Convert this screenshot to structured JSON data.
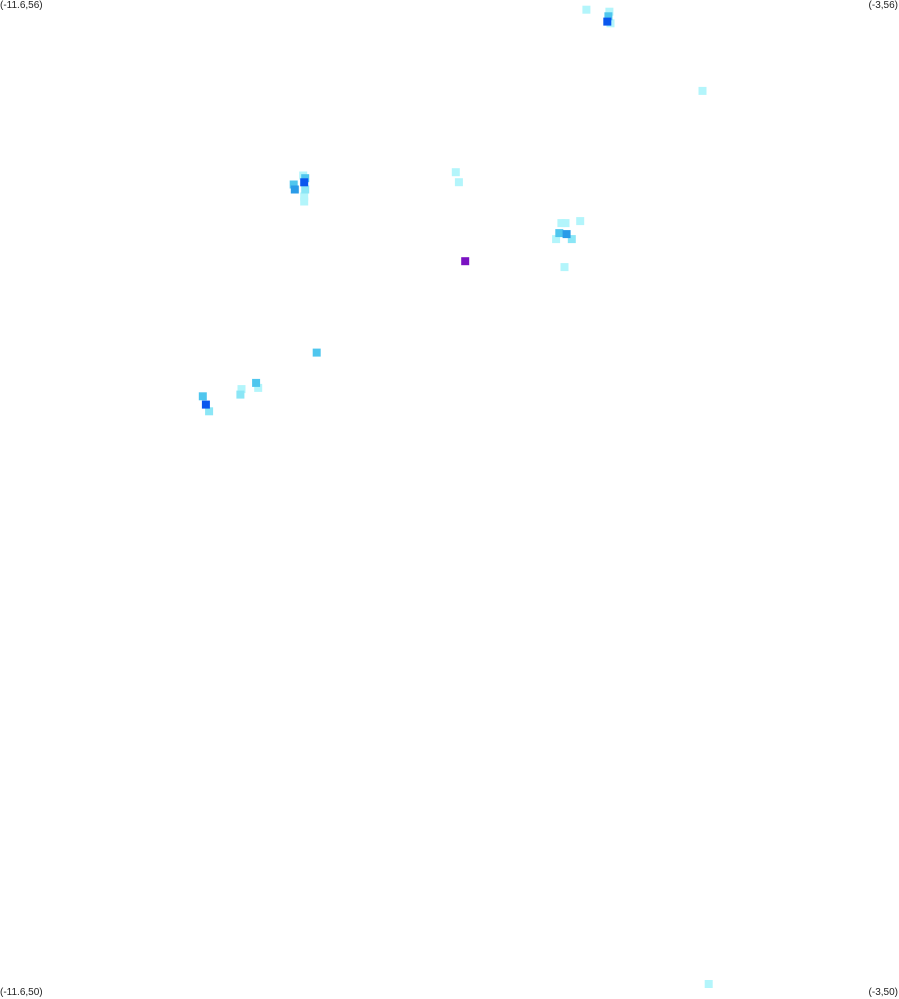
{
  "map": {
    "corner_labels": {
      "top_left": "(-11.6,56)",
      "top_right": "(-3,56)",
      "bottom_left": "(-11.6,50)",
      "bottom_right": "(-3,50)"
    },
    "extent": {
      "lon_min": -11.6,
      "lon_max": -3,
      "lat_min": 50,
      "lat_max": 56
    },
    "background_color": "#ffffff",
    "intensity_colors": {
      "1": "#b3f5fb",
      "2": "#8be6f6",
      "3": "#4fc6ee",
      "4": "#2a9be8",
      "5": "#0a57ee",
      "6": "#7a12c2"
    },
    "cells": [
      {
        "lon": -5.99,
        "lat": 55.942,
        "level": 1
      },
      {
        "lon": -5.77,
        "lat": 55.93,
        "level": 1
      },
      {
        "lon": -5.78,
        "lat": 55.902,
        "level": 3
      },
      {
        "lon": -5.79,
        "lat": 55.87,
        "level": 5
      },
      {
        "lon": -5.76,
        "lat": 55.86,
        "level": 1
      },
      {
        "lon": -4.88,
        "lat": 55.454,
        "level": 1
      },
      {
        "lon": -8.7,
        "lat": 54.946,
        "level": 1
      },
      {
        "lon": -8.68,
        "lat": 54.93,
        "level": 3
      },
      {
        "lon": -8.69,
        "lat": 54.905,
        "level": 5
      },
      {
        "lon": -8.79,
        "lat": 54.892,
        "level": 3
      },
      {
        "lon": -8.78,
        "lat": 54.862,
        "level": 4
      },
      {
        "lon": -8.68,
        "lat": 54.862,
        "level": 2
      },
      {
        "lon": -8.69,
        "lat": 54.82,
        "level": 1
      },
      {
        "lon": -8.69,
        "lat": 54.79,
        "level": 1
      },
      {
        "lon": -7.24,
        "lat": 54.966,
        "level": 1
      },
      {
        "lon": -7.21,
        "lat": 54.906,
        "level": 1
      },
      {
        "lon": -6.23,
        "lat": 54.66,
        "level": 1
      },
      {
        "lon": -6.19,
        "lat": 54.66,
        "level": 1
      },
      {
        "lon": -6.05,
        "lat": 54.672,
        "level": 1
      },
      {
        "lon": -6.25,
        "lat": 54.6,
        "level": 3
      },
      {
        "lon": -6.18,
        "lat": 54.594,
        "level": 4
      },
      {
        "lon": -6.28,
        "lat": 54.564,
        "level": 1
      },
      {
        "lon": -6.13,
        "lat": 54.564,
        "level": 2
      },
      {
        "lon": -6.2,
        "lat": 54.396,
        "level": 1
      },
      {
        "lon": -7.15,
        "lat": 54.431,
        "level": 6
      },
      {
        "lon": -8.57,
        "lat": 53.882,
        "level": 3
      },
      {
        "lon": -9.29,
        "lat": 53.663,
        "level": 1
      },
      {
        "lon": -9.15,
        "lat": 53.7,
        "level": 3
      },
      {
        "lon": -9.13,
        "lat": 53.67,
        "level": 1
      },
      {
        "lon": -9.3,
        "lat": 53.63,
        "level": 2
      },
      {
        "lon": -9.66,
        "lat": 53.62,
        "level": 3
      },
      {
        "lon": -9.63,
        "lat": 53.57,
        "level": 5
      },
      {
        "lon": -9.6,
        "lat": 53.53,
        "level": 2
      },
      {
        "lon": -4.82,
        "lat": 50.09,
        "level": 1
      }
    ]
  }
}
